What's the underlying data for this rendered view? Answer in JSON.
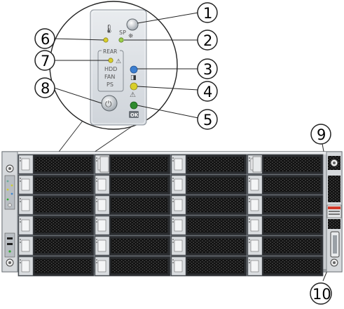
{
  "panel": {
    "sp_label": "SP",
    "rear_label": "REAR",
    "hdd_label": "HDD",
    "fan_label": "FAN",
    "ps_label": "PS",
    "ok_label": "OK"
  },
  "callouts": [
    {
      "number": "1",
      "target": "locator-button"
    },
    {
      "number": "2",
      "target": "sp-led"
    },
    {
      "number": "3",
      "target": "ready-to-remove-led"
    },
    {
      "number": "4",
      "target": "service-required-led"
    },
    {
      "number": "5",
      "target": "ok-led"
    },
    {
      "number": "6",
      "target": "temperature-led"
    },
    {
      "number": "7",
      "target": "rear-fault-led"
    },
    {
      "number": "8",
      "target": "power-button"
    },
    {
      "number": "9",
      "target": "right-led-strip"
    },
    {
      "number": "10",
      "target": "pull-handle"
    }
  ],
  "colors": {
    "panel_face": "#dfe3e8",
    "amber_led": "#d9cf2a",
    "green_led": "#2e8b2e",
    "blue_led": "#3d7fd0",
    "chassis": "#c9ccd0",
    "drive_bay": "#1a1a1a",
    "red_label": "#d23a2a"
  }
}
